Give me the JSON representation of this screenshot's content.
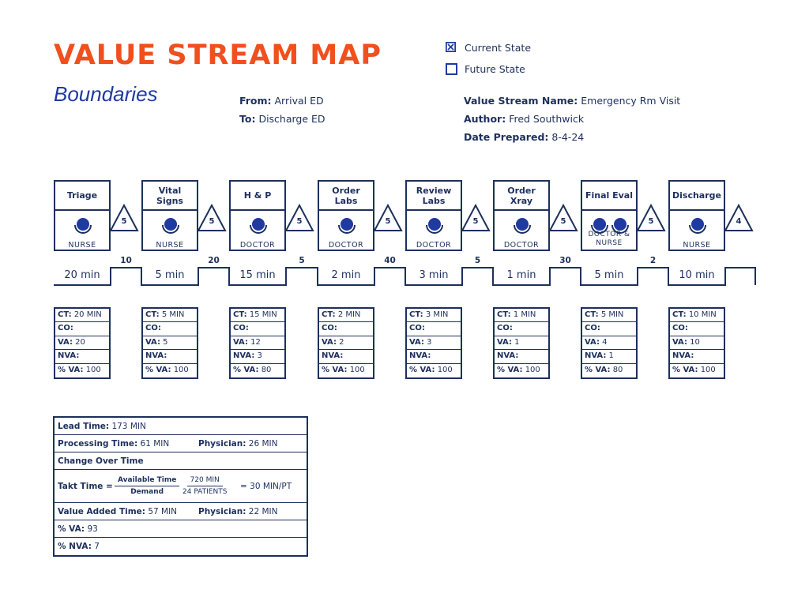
{
  "header": {
    "title": "VALUE STREAM MAP",
    "subtitle": "Boundaries"
  },
  "legend": {
    "current_state": "Current State",
    "future_state": "Future State",
    "current_checked": true,
    "future_checked": false
  },
  "boundaries": {
    "from_label": "From:",
    "from_value": "Arrival ED",
    "to_label": "To:",
    "to_value": "Discharge ED"
  },
  "stream": {
    "name_label": "Value Stream Name:",
    "name_value": "Emergency Rm Visit",
    "author_label": "Author:",
    "author_value": "Fred Southwick",
    "date_label": "Date Prepared:",
    "date_value": "8-4-24"
  },
  "processes": [
    {
      "name": "Triage",
      "role": "NURSE",
      "people": 1,
      "inventory": "5",
      "wait": "10",
      "time": "20 min",
      "ct": "20 MIN",
      "co": "",
      "va": "20",
      "nva": "",
      "pct_va": "100"
    },
    {
      "name": "Vital Signs",
      "role": "NURSE",
      "people": 1,
      "inventory": "5",
      "wait": "20",
      "time": "5 min",
      "ct": "5 MIN",
      "co": "",
      "va": "5",
      "nva": "",
      "pct_va": "100"
    },
    {
      "name": "H & P",
      "role": "DOCTOR",
      "people": 1,
      "inventory": "5",
      "wait": "5",
      "time": "15 min",
      "ct": "15 MIN",
      "co": "",
      "va": "12",
      "nva": "3",
      "pct_va": "80"
    },
    {
      "name": "Order Labs",
      "role": "DOCTOR",
      "people": 1,
      "inventory": "5",
      "wait": "40",
      "time": "2 min",
      "ct": "2 MIN",
      "co": "",
      "va": "2",
      "nva": "",
      "pct_va": "100"
    },
    {
      "name": "Review Labs",
      "role": "DOCTOR",
      "people": 1,
      "inventory": "5",
      "wait": "5",
      "time": "3 min",
      "ct": "3 MIN",
      "co": "",
      "va": "3",
      "nva": "",
      "pct_va": "100"
    },
    {
      "name": "Order Xray",
      "role": "DOCTOR",
      "people": 1,
      "inventory": "5",
      "wait": "30",
      "time": "1 min",
      "ct": "1 MIN",
      "co": "",
      "va": "1",
      "nva": "",
      "pct_va": "100"
    },
    {
      "name": "Final Eval",
      "role": "DOCTOR & NURSE",
      "people": 2,
      "inventory": "5",
      "wait": "2",
      "time": "5 min",
      "ct": "5 MIN",
      "co": "",
      "va": "4",
      "nva": "1",
      "pct_va": "80"
    },
    {
      "name": "Discharge",
      "role": "NURSE",
      "people": 1,
      "inventory": "4",
      "wait": "",
      "time": "10 min",
      "ct": "10 MIN",
      "co": "",
      "va": "10",
      "nva": "",
      "pct_va": "100"
    }
  ],
  "data_labels": {
    "ct": "CT:",
    "co": "CO:",
    "va": "VA:",
    "nva": "NVA:",
    "pct_va": "% VA:"
  },
  "summary": {
    "lead_time_label": "Lead Time:",
    "lead_time_value": "173 MIN",
    "processing_label": "Processing Time:",
    "processing_value": "61 MIN",
    "physician_label": "Physician:",
    "physician_processing_value": "26 MIN",
    "change_over_label": "Change Over Time",
    "takt_label": "Takt Time =",
    "takt_num_label": "Available Time",
    "takt_den_label": "Demand",
    "takt_num_value": "720 MIN",
    "takt_den_value": "24 PATIENTS",
    "takt_result": "= 30 MIN/PT",
    "va_time_label": "Value Added Time:",
    "va_time_value": "57 MIN",
    "physician_va_value": "22 MIN",
    "pct_va_label": "% VA:",
    "pct_va_value": "93",
    "pct_nva_label": "% NVA:",
    "pct_nva_value": "7"
  },
  "colors": {
    "title": "#f0501e",
    "subtitle": "#1f3aa0",
    "navy": "#1d2f5c",
    "icon": "#1f3aa0"
  }
}
